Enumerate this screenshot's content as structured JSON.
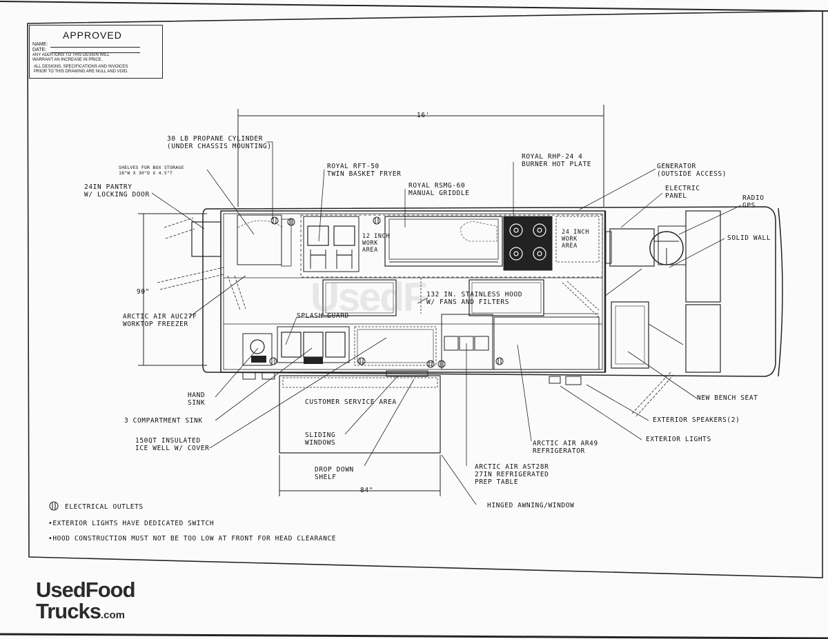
{
  "approved": {
    "title": "APPROVED",
    "name_label": "NAME:",
    "date_label": "DATE:",
    "note1_a": "ANY ADDITIONS TO THIS DESIGN WILL",
    "note1_b": "WARRANT AN INCREASE IN PRICE.",
    "note2_a": "ALL DESIGNS, SPECIFICATIONS AND INVOICES",
    "note2_b": "PRIOR TO THIS DRAWING ARE NULL AND VOID."
  },
  "dimensions": {
    "length": "16'",
    "width": "90\"",
    "service": "84\""
  },
  "labels": {
    "propane_1": "30 LB PROPANE CYLINDER",
    "propane_2": "(UNDER CHASSIS MOUNTING)",
    "shelves_1": "SHELVES FOR BOX STORAGE",
    "shelves_2": "18\"W X 30\"D X 4.5\"T",
    "pantry_1": "24IN PANTRY",
    "pantry_2": "W/ LOCKING DOOR",
    "fryer_1": "ROYAL RFT-50",
    "fryer_2": "TWIN BASKET FRYER",
    "griddle_1": "ROYAL RSMG-60",
    "griddle_2": "MANUAL GRIDDLE",
    "hotplate_1": "ROYAL RHP-24 4",
    "hotplate_2": "BURNER HOT PLATE",
    "generator_1": "GENERATOR",
    "generator_2": "(OUTSIDE ACCESS)",
    "panel_1": "ELECTRIC",
    "panel_2": "PANEL",
    "radio_1": "RADIO",
    "radio_2": "GPS",
    "solid_wall": "SOLID WALL",
    "work12_1": "12 INCH",
    "work12_2": "WORK",
    "work12_3": "AREA",
    "work24_1": "24 INCH",
    "work24_2": "WORK",
    "work24_3": "AREA",
    "hood_1": "132 IN. STAINLESS HOOD",
    "hood_2": "W/ FANS AND FILTERS",
    "freezer_1": "ARCTIC AIR AUC27F",
    "freezer_2": "WORKTOP FREEZER",
    "splash_guard": "SPLASH GUARD",
    "hand_sink_1": "HAND",
    "hand_sink_2": "SINK",
    "comp_sink": "3 COMPARTMENT SINK",
    "ice_well_1": "150QT INSULATED",
    "ice_well_2": "ICE WELL W/ COVER",
    "customer_area": "CUSTOMER SERVICE AREA",
    "sliding_1": "SLIDING",
    "sliding_2": "WINDOWS",
    "dropdown_1": "DROP DOWN",
    "dropdown_2": "SHELF",
    "refrigerator_1": "ARCTIC AIR AR49",
    "refrigerator_2": "REFRIGERATOR",
    "prep_1": "ARCTIC AIR AST28R",
    "prep_2": "27IN REFRIGERATED",
    "prep_3": "PREP TABLE",
    "awning": "HINGED AWNING/WINDOW",
    "bench": "NEW BENCH SEAT",
    "speakers": "EXTERIOR SPEAKERS(2)",
    "lights": "EXTERIOR LIGHTS"
  },
  "legend": {
    "outlets": "ELECTRICAL OUTLETS",
    "note_lights": "•EXTERIOR LIGHTS HAVE DEDICATED SWITCH",
    "note_hood": "•HOOD CONSTRUCTION MUST NOT BE TOO LOW AT FRONT FOR HEAD CLEARANCE"
  },
  "logo": {
    "line1": "UsedFood",
    "line2": "Trucks",
    "suffix": ".com"
  },
  "watermark": "UsedF"
}
